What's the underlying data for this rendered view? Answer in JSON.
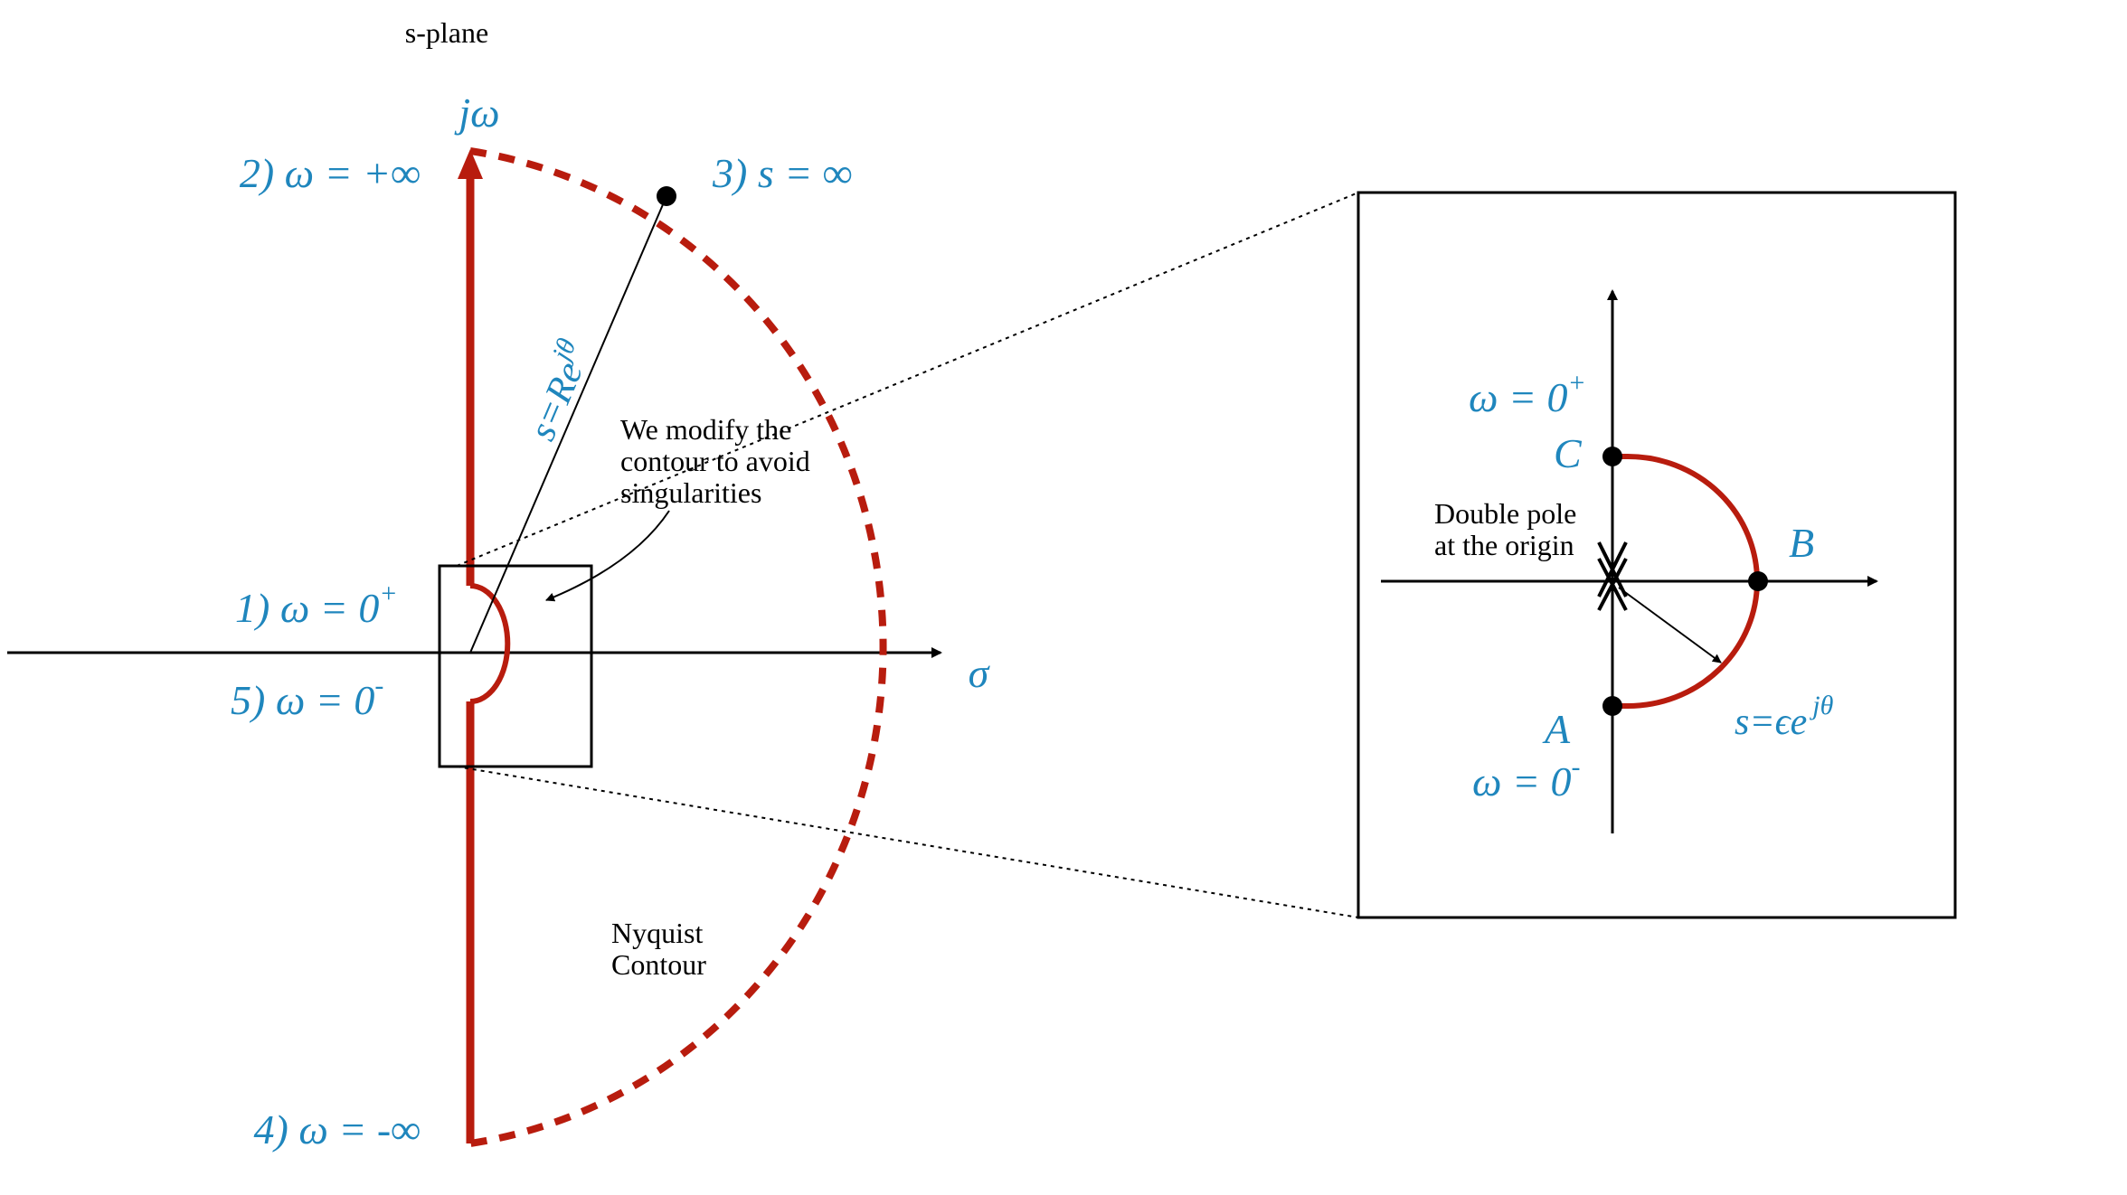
{
  "colors": {
    "contour": "#b81c0e",
    "label_blue": "#1f86bd",
    "ink": "#000000"
  },
  "main": {
    "title": "s-plane",
    "axis_imag": "jω",
    "axis_real": "σ",
    "labels": {
      "p1": {
        "pre": "1) ω = 0",
        "sup": "+"
      },
      "p2": {
        "pre": "2) ω = +∞"
      },
      "p3": {
        "pre": "3) s = ∞"
      },
      "p4": {
        "pre": "4) ω = -∞"
      },
      "p5": {
        "pre": "5) ω = 0",
        "sup": "-"
      }
    },
    "radius_label": {
      "pre": "s=Re",
      "sup": "jθ"
    },
    "annotation_lines": [
      "We modify the",
      "contour to avoid",
      "singularities"
    ],
    "contour_label_lines": [
      "Nyquist",
      "Contour"
    ]
  },
  "inset": {
    "omega_plus": {
      "pre": "ω = 0",
      "sup": "+"
    },
    "omega_minus": {
      "pre": "ω = 0",
      "sup": "-"
    },
    "point_a": "A",
    "point_b": "B",
    "point_c": "C",
    "pole_lines": [
      "Double pole",
      "at the origin"
    ],
    "radius_label": {
      "pre": "s=ϵe",
      "sup": "jθ"
    }
  }
}
